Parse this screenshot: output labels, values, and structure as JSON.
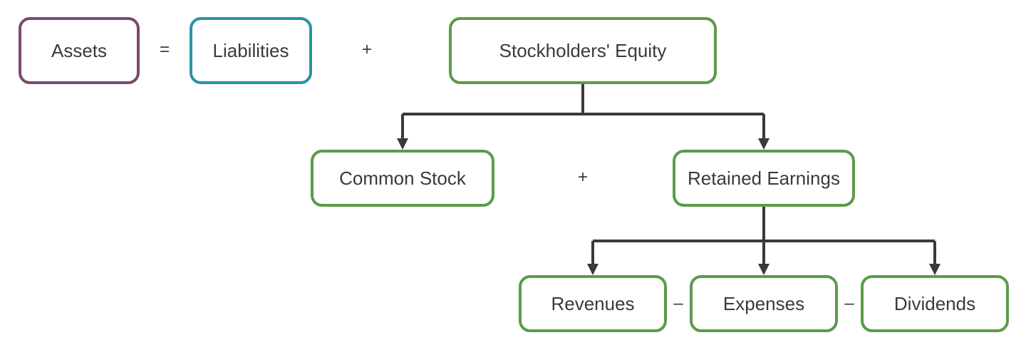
{
  "equation": {
    "assets": {
      "label": "Assets",
      "color": "#7a4a6e"
    },
    "equals_sign": "=",
    "liabilities": {
      "label": "Liabilities",
      "color": "#2a93a3"
    },
    "plus_sign": "+",
    "equity": {
      "label": "Stockholders' Equity",
      "color": "#5b9b4a"
    }
  },
  "equity_breakdown": {
    "common_stock": {
      "label": "Common Stock",
      "color": "#5b9b4a"
    },
    "plus_sign": "+",
    "retained_earnings": {
      "label": "Retained Earnings",
      "color": "#5b9b4a"
    }
  },
  "retained_breakdown": {
    "revenues": {
      "label": "Revenues",
      "color": "#5b9b4a"
    },
    "minus_sign_1": "–",
    "expenses": {
      "label": "Expenses",
      "color": "#5b9b4a"
    },
    "minus_sign_2": "–",
    "dividends": {
      "label": "Dividends",
      "color": "#5b9b4a"
    }
  },
  "connector_color": "#3a3a3a"
}
